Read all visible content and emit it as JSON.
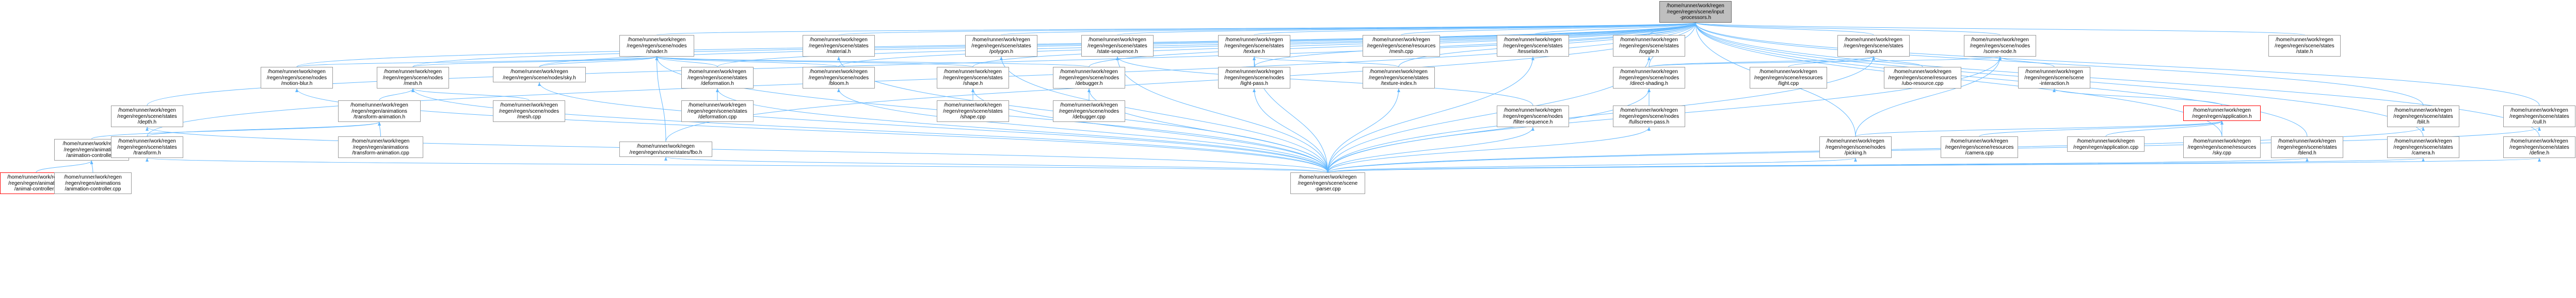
{
  "colors": {
    "edge": "#63b8ff",
    "border": "#999999",
    "root_fill": "#bfbfbf",
    "highlight_border": "#ff0000",
    "text": "#000000"
  },
  "nodes": [
    {
      "id": "root",
      "root": true,
      "lines": [
        "/home/runner/work/regen",
        "/regen/regen/scene/input",
        "-processors.h"
      ]
    },
    {
      "id": "shader",
      "lines": [
        "/home/runner/work/regen",
        "/regen/regen/scene/nodes",
        "/shader.h"
      ]
    },
    {
      "id": "material",
      "lines": [
        "/home/runner/work/regen",
        "/regen/regen/scene/states",
        "/material.h"
      ]
    },
    {
      "id": "polygon",
      "lines": [
        "/home/runner/work/regen",
        "/regen/regen/scene/states",
        "/polygon.h"
      ]
    },
    {
      "id": "stateseq",
      "lines": [
        "/home/runner/work/regen",
        "/regen/regen/scene/states",
        "/state-sequence.h"
      ]
    },
    {
      "id": "texture",
      "lines": [
        "/home/runner/work/regen",
        "/regen/regen/scene/states",
        "/texture.h"
      ]
    },
    {
      "id": "meshcpp_res",
      "lines": [
        "/home/runner/work/regen",
        "/regen/regen/scene/resources",
        "/mesh.cpp"
      ]
    },
    {
      "id": "tess",
      "lines": [
        "/home/runner/work/regen",
        "/regen/regen/scene/states",
        "/tesselation.h"
      ]
    },
    {
      "id": "toggle",
      "lines": [
        "/home/runner/work/regen",
        "/regen/regen/scene/states",
        "/toggle.h"
      ]
    },
    {
      "id": "input",
      "lines": [
        "/home/runner/work/regen",
        "/regen/regen/scene/states",
        "/input.h"
      ]
    },
    {
      "id": "scenenode",
      "lines": [
        "/home/runner/work/regen",
        "/regen/regen/scene/nodes",
        "/scene-node.h"
      ]
    },
    {
      "id": "stateh",
      "lines": [
        "/home/runner/work/regen",
        "/regen/regen/scene/states",
        "/state.h"
      ]
    },
    {
      "id": "motionblur",
      "lines": [
        "/home/runner/work/regen",
        "/regen/regen/scene/nodes",
        "/motion-blur.h"
      ]
    },
    {
      "id": "mesh",
      "lines": [
        "/home/runner/work/regen",
        "/regen/regen/scene/nodes",
        "/mesh.h"
      ]
    },
    {
      "id": "sky",
      "lines": [
        "/home/runner/work/regen",
        "/regen/regen/scene/nodes/sky.h"
      ]
    },
    {
      "id": "deformation",
      "lines": [
        "/home/runner/work/regen",
        "/regen/regen/scene/states",
        "/deformation.h"
      ]
    },
    {
      "id": "bloom",
      "lines": [
        "/home/runner/work/regen",
        "/regen/regen/scene/nodes",
        "/bloom.h"
      ]
    },
    {
      "id": "shape",
      "lines": [
        "/home/runner/work/regen",
        "/regen/regen/scene/states",
        "/shape.h"
      ]
    },
    {
      "id": "debugger",
      "lines": [
        "/home/runner/work/regen",
        "/regen/regen/scene/nodes",
        "/debugger.h"
      ]
    },
    {
      "id": "lightpass",
      "lines": [
        "/home/runner/work/regen",
        "/regen/regen/scene/nodes",
        "/light-pass.h"
      ]
    },
    {
      "id": "texindex",
      "lines": [
        "/home/runner/work/regen",
        "/regen/regen/scene/states",
        "/texture-index.h"
      ]
    },
    {
      "id": "directshading",
      "lines": [
        "/home/runner/work/regen",
        "/regen/regen/scene/nodes",
        "/direct-shading.h"
      ]
    },
    {
      "id": "lightcpp",
      "lines": [
        "/home/runner/work/regen",
        "/regen/regen/scene/resources",
        "/light.cpp"
      ]
    },
    {
      "id": "ubo",
      "lines": [
        "/home/runner/work/regen",
        "/regen/regen/scene/resources",
        "/ubo-resource.cpp"
      ]
    },
    {
      "id": "interaction",
      "lines": [
        "/home/runner/work/regen",
        "/regen/regen/scene/scene",
        "-interaction.h"
      ]
    },
    {
      "id": "depth",
      "lines": [
        "/home/runner/work/regen",
        "/regen/regen/scene/states",
        "/depth.h"
      ]
    },
    {
      "id": "transanim",
      "lines": [
        "/home/runner/work/regen",
        "/regen/regen/animations",
        "/transform-animation.h"
      ]
    },
    {
      "id": "meshcpp",
      "lines": [
        "/home/runner/work/regen",
        "/regen/regen/scene/nodes",
        "/mesh.cpp"
      ]
    },
    {
      "id": "deformcpp",
      "lines": [
        "/home/runner/work/regen",
        "/regen/regen/scene/states",
        "/deformation.cpp"
      ]
    },
    {
      "id": "shapecpp",
      "lines": [
        "/home/runner/work/regen",
        "/regen/regen/scene/states",
        "/shape.cpp"
      ]
    },
    {
      "id": "debuggercpp",
      "lines": [
        "/home/runner/work/regen",
        "/regen/regen/scene/nodes",
        "/debugger.cpp"
      ]
    },
    {
      "id": "filterseq",
      "lines": [
        "/home/runner/work/regen",
        "/regen/regen/scene/nodes",
        "/filter-sequence.h"
      ]
    },
    {
      "id": "fullscreen",
      "lines": [
        "/home/runner/work/regen",
        "/regen/regen/scene/nodes",
        "/fullscreen-pass.h"
      ]
    },
    {
      "id": "application",
      "highlight": true,
      "lines": [
        "/home/runner/work/regen",
        "/regen/regen/application.h"
      ]
    },
    {
      "id": "blit",
      "lines": [
        "/home/runner/work/regen",
        "/regen/regen/scene/states",
        "/blit.h"
      ]
    },
    {
      "id": "cull",
      "lines": [
        "/home/runner/work/regen",
        "/regen/regen/scene/states",
        "/cull.h"
      ]
    },
    {
      "id": "animctrl",
      "lines": [
        "/home/runner/work/regen",
        "/regen/regen/animations",
        "/animation-controller.h"
      ]
    },
    {
      "id": "transform",
      "lines": [
        "/home/runner/work/regen",
        "/regen/regen/scene/states",
        "/transform.h"
      ]
    },
    {
      "id": "transanimcpp",
      "lines": [
        "/home/runner/work/regen",
        "/regen/regen/animations",
        "/transform-animation.cpp"
      ]
    },
    {
      "id": "fbo",
      "lines": [
        "/home/runner/work/regen",
        "/regen/regen/scene/states/fbo.h"
      ]
    },
    {
      "id": "picking",
      "lines": [
        "/home/runner/work/regen",
        "/regen/regen/scene/nodes",
        "/picking.h"
      ]
    },
    {
      "id": "cameracpp",
      "lines": [
        "/home/runner/work/regen",
        "/regen/regen/scene/resources",
        "/camera.cpp"
      ]
    },
    {
      "id": "appcpp",
      "lines": [
        "/home/runner/work/regen",
        "/regen/regen/application.cpp"
      ]
    },
    {
      "id": "skycpp",
      "lines": [
        "/home/runner/work/regen",
        "/regen/regen/scene/resources",
        "/sky.cpp"
      ]
    },
    {
      "id": "blend",
      "lines": [
        "/home/runner/work/regen",
        "/regen/regen/scene/states",
        "/blend.h"
      ]
    },
    {
      "id": "camerah",
      "lines": [
        "/home/runner/work/regen",
        "/regen/regen/scene/states",
        "/camera.h"
      ]
    },
    {
      "id": "define",
      "lines": [
        "/home/runner/work/regen",
        "/regen/regen/scene/states",
        "/define.h"
      ]
    },
    {
      "id": "animctrlh2",
      "highlight": true,
      "lines": [
        "/home/runner/work/regen",
        "/regen/regen/animations",
        "/animal-controller.h"
      ]
    },
    {
      "id": "animctrlcpp",
      "lines": [
        "/home/runner/work/regen",
        "/regen/regen/animations",
        "/animation-controller.cpp"
      ]
    },
    {
      "id": "parser",
      "lines": [
        "/home/runner/work/regen",
        "/regen/regen/scene/scene",
        "-parser.cpp"
      ]
    }
  ],
  "edges": [
    [
      "shader",
      "root"
    ],
    [
      "material",
      "root"
    ],
    [
      "polygon",
      "root"
    ],
    [
      "stateseq",
      "root"
    ],
    [
      "texture",
      "root"
    ],
    [
      "meshcpp_res",
      "root"
    ],
    [
      "tess",
      "root"
    ],
    [
      "toggle",
      "root"
    ],
    [
      "input",
      "root"
    ],
    [
      "scenenode",
      "root"
    ],
    [
      "stateh",
      "root"
    ],
    [
      "motionblur",
      "root"
    ],
    [
      "mesh",
      "root"
    ],
    [
      "sky",
      "root"
    ],
    [
      "deformation",
      "root"
    ],
    [
      "bloom",
      "root"
    ],
    [
      "shape",
      "root"
    ],
    [
      "debugger",
      "root"
    ],
    [
      "lightpass",
      "root"
    ],
    [
      "texindex",
      "root"
    ],
    [
      "directshading",
      "root"
    ],
    [
      "depth",
      "root"
    ],
    [
      "transform",
      "root"
    ],
    [
      "blit",
      "root"
    ],
    [
      "cull",
      "root"
    ],
    [
      "fbo",
      "root"
    ],
    [
      "picking",
      "root"
    ],
    [
      "skycpp",
      "root"
    ],
    [
      "blend",
      "root"
    ],
    [
      "camerah",
      "root"
    ],
    [
      "define",
      "root"
    ],
    [
      "motionblur",
      "shader"
    ],
    [
      "mesh",
      "shader"
    ],
    [
      "sky",
      "shader"
    ],
    [
      "deformation",
      "shader"
    ],
    [
      "bloom",
      "shader"
    ],
    [
      "shape",
      "shader"
    ],
    [
      "debugger",
      "shader"
    ],
    [
      "fbo",
      "shader"
    ],
    [
      "lightpass",
      "texture"
    ],
    [
      "texindex",
      "texture"
    ],
    [
      "directshading",
      "input"
    ],
    [
      "lightcpp",
      "input"
    ],
    [
      "ubo",
      "input"
    ],
    [
      "interaction",
      "scenenode"
    ],
    [
      "directshading",
      "scenenode"
    ],
    [
      "picking",
      "scenenode"
    ],
    [
      "transanim",
      "mesh"
    ],
    [
      "meshcpp",
      "mesh"
    ],
    [
      "deformcpp",
      "deformation"
    ],
    [
      "shapecpp",
      "shape"
    ],
    [
      "debuggercpp",
      "debugger"
    ],
    [
      "filterseq",
      "stateseq"
    ],
    [
      "fullscreen",
      "directshading"
    ],
    [
      "application",
      "interaction"
    ],
    [
      "animctrl",
      "transanim"
    ],
    [
      "transform",
      "transanim"
    ],
    [
      "transanimcpp",
      "transanim"
    ],
    [
      "animctrlh2",
      "animctrl"
    ],
    [
      "animctrlcpp",
      "animctrl"
    ],
    [
      "picking",
      "application"
    ],
    [
      "cameracpp",
      "application"
    ],
    [
      "appcpp",
      "application"
    ],
    [
      "skycpp",
      "application"
    ],
    [
      "parser",
      "shader"
    ],
    [
      "parser",
      "material"
    ],
    [
      "parser",
      "polygon"
    ],
    [
      "parser",
      "stateseq"
    ],
    [
      "parser",
      "texture"
    ],
    [
      "parser",
      "tess"
    ],
    [
      "parser",
      "toggle"
    ],
    [
      "parser",
      "input"
    ],
    [
      "parser",
      "scenenode"
    ],
    [
      "parser",
      "motionblur"
    ],
    [
      "parser",
      "mesh"
    ],
    [
      "parser",
      "sky"
    ],
    [
      "parser",
      "deformation"
    ],
    [
      "parser",
      "bloom"
    ],
    [
      "parser",
      "shape"
    ],
    [
      "parser",
      "debugger"
    ],
    [
      "parser",
      "lightpass"
    ],
    [
      "parser",
      "texindex"
    ],
    [
      "parser",
      "directshading"
    ],
    [
      "parser",
      "depth"
    ],
    [
      "parser",
      "transform"
    ],
    [
      "parser",
      "fbo"
    ],
    [
      "parser",
      "filterseq"
    ],
    [
      "parser",
      "fullscreen"
    ],
    [
      "parser",
      "picking"
    ],
    [
      "parser",
      "blit"
    ],
    [
      "parser",
      "cull"
    ],
    [
      "parser",
      "blend"
    ],
    [
      "parser",
      "camerah"
    ],
    [
      "parser",
      "define"
    ]
  ]
}
